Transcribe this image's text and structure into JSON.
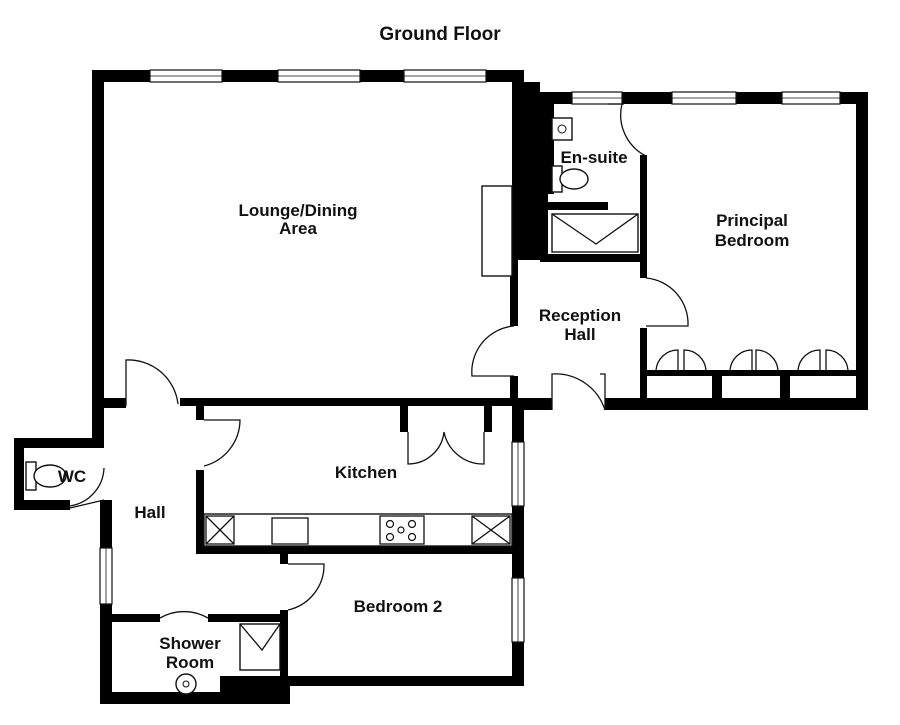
{
  "title": "Ground Floor",
  "rooms": {
    "lounge": [
      "Lounge/Dining",
      "Area"
    ],
    "ensuite": "En-suite",
    "principal": [
      "Principal",
      "Bedroom"
    ],
    "reception": [
      "Reception",
      "Hall"
    ],
    "kitchen": "Kitchen",
    "wc": "WC",
    "hall": "Hall",
    "bedroom2": "Bedroom 2",
    "shower": [
      "Shower",
      "Room"
    ]
  },
  "colors": {
    "wall": "#000000",
    "background": "#ffffff",
    "text": "#111111"
  }
}
